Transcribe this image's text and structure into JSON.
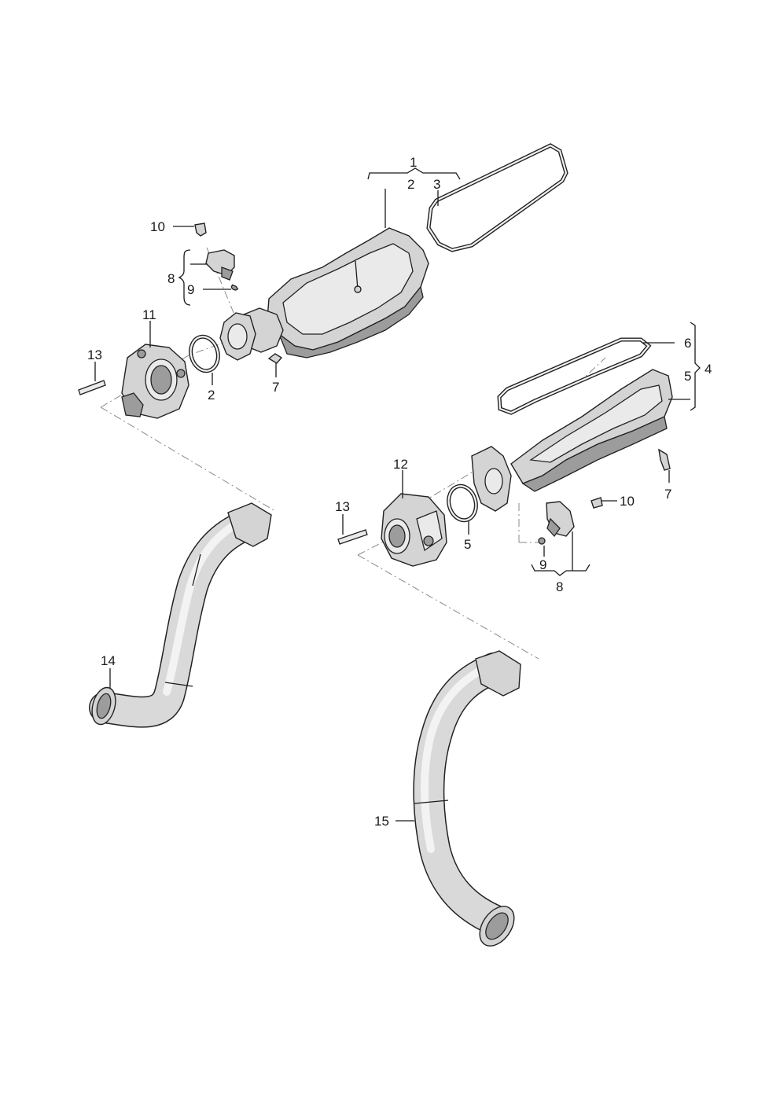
{
  "diagram": {
    "callouts": {
      "c1": "1",
      "c2a": "2",
      "c3": "3",
      "c10a": "10",
      "c8a": "8",
      "c9a": "9",
      "c11": "11",
      "c13a": "13",
      "c2b": "2",
      "c7a": "7",
      "c6": "6",
      "c4": "4",
      "c5a": "5",
      "c12": "12",
      "c13b": "13",
      "c5b": "5",
      "c10b": "10",
      "c7b": "7",
      "c9b": "9",
      "c8b": "8",
      "c14": "14",
      "c15": "15"
    },
    "colors": {
      "line": "#1a1a1a",
      "part_fill": "#d4d4d4",
      "part_shadow": "#9c9c9c",
      "dash_line": "#8a8a8a"
    }
  }
}
